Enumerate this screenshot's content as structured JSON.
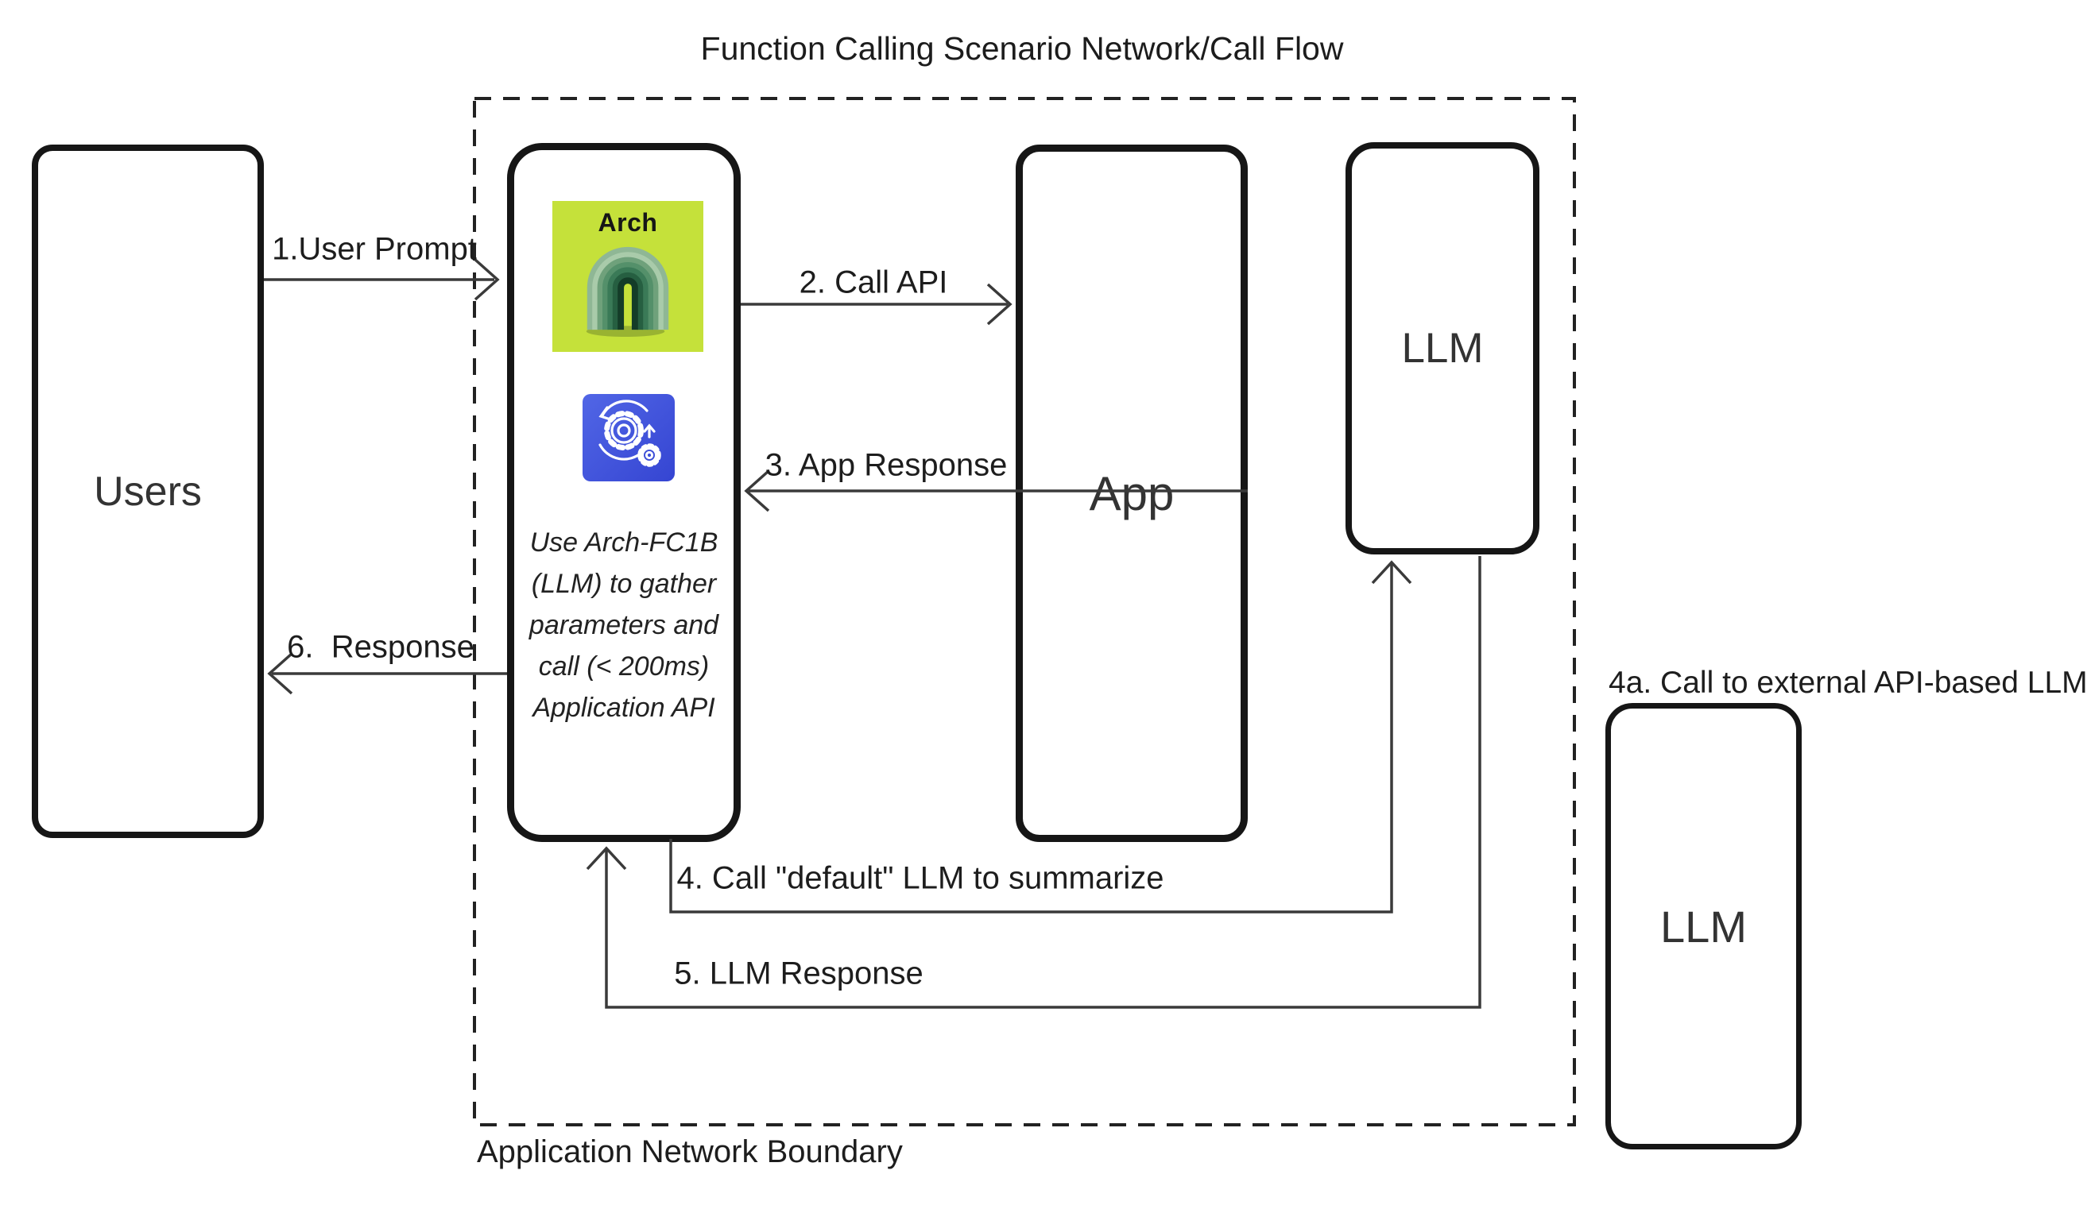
{
  "title": "Function Calling Scenario Network/Call Flow",
  "boundary_label": "Application Network Boundary",
  "nodes": {
    "users": {
      "label": "Users"
    },
    "arch": {
      "logo_text": "Arch",
      "note_lines": [
        "Use Arch-FC1B",
        "(LLM) to gather",
        "parameters and",
        "call (< 200ms)",
        "Application API"
      ]
    },
    "app": {
      "label": "App"
    },
    "llm_internal": {
      "label": "LLM"
    },
    "llm_external": {
      "label": "LLM",
      "caption": "4a. Call to external API-based LLM"
    }
  },
  "flows": [
    {
      "label": "1.User Prompt"
    },
    {
      "label": "2. Call API"
    },
    {
      "label": "3. App Response"
    },
    {
      "label": "4. Call \"default\" LLM to summarize"
    },
    {
      "label": "5. LLM Response"
    },
    {
      "label": "6.  Response"
    }
  ],
  "icons": {
    "arch_logo": "arch-gateway-logo",
    "sync_gears": "sync-gears-icon"
  },
  "colors": {
    "lime": "#c5e13a",
    "icon_blue_start": "#5166e6",
    "icon_blue_end": "#3545d2",
    "ink": "#1f1f1f",
    "arrow": "#3a3a3a",
    "border": "#161616"
  }
}
